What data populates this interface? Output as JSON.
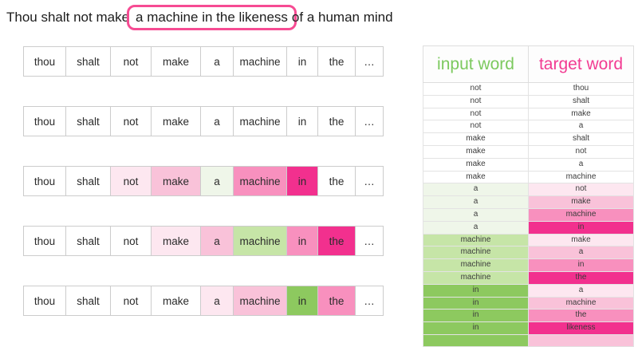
{
  "title": {
    "before": "Thou shalt not make",
    "boxed": "a machine in the likeness",
    "after": "of a human mind"
  },
  "strip_words": [
    "thou",
    "shalt",
    "not",
    "make",
    "a",
    "machine",
    "in",
    "the",
    "…"
  ],
  "strip_col_widths": [
    54,
    57,
    52,
    63,
    42,
    68,
    40,
    48,
    36
  ],
  "strips": [
    {
      "colors": [
        "none",
        "none",
        "none",
        "none",
        "none",
        "none",
        "none",
        "none",
        "none"
      ]
    },
    {
      "colors": [
        "none",
        "none",
        "none",
        "none",
        "none",
        "none",
        "none",
        "none",
        "none"
      ]
    },
    {
      "colors": [
        "none",
        "none",
        "pink1",
        "pink2",
        "green1",
        "pink3",
        "pink4",
        "none",
        "none"
      ]
    },
    {
      "colors": [
        "none",
        "none",
        "none",
        "pink1",
        "pink2",
        "green2",
        "pink3",
        "pink4",
        "none"
      ]
    },
    {
      "colors": [
        "none",
        "none",
        "none",
        "none",
        "pink1",
        "pink2",
        "green3",
        "pink3",
        "none"
      ]
    }
  ],
  "table": {
    "headers": [
      {
        "label": "input word",
        "color": "headerGreen"
      },
      {
        "label": "target word",
        "color": "headerPink"
      }
    ],
    "rows": [
      {
        "input": "not",
        "target": "thou",
        "input_color": "none",
        "target_color": "none"
      },
      {
        "input": "not",
        "target": "shalt",
        "input_color": "none",
        "target_color": "none"
      },
      {
        "input": "not",
        "target": "make",
        "input_color": "none",
        "target_color": "none"
      },
      {
        "input": "not",
        "target": "a",
        "input_color": "none",
        "target_color": "none"
      },
      {
        "input": "make",
        "target": "shalt",
        "input_color": "none",
        "target_color": "none"
      },
      {
        "input": "make",
        "target": "not",
        "input_color": "none",
        "target_color": "none"
      },
      {
        "input": "make",
        "target": "a",
        "input_color": "none",
        "target_color": "none"
      },
      {
        "input": "make",
        "target": "machine",
        "input_color": "none",
        "target_color": "none"
      },
      {
        "input": "a",
        "target": "not",
        "input_color": "green1",
        "target_color": "pink1"
      },
      {
        "input": "a",
        "target": "make",
        "input_color": "green1",
        "target_color": "pink2"
      },
      {
        "input": "a",
        "target": "machine",
        "input_color": "green1",
        "target_color": "pink3"
      },
      {
        "input": "a",
        "target": "in",
        "input_color": "green1",
        "target_color": "pink4"
      },
      {
        "input": "machine",
        "target": "make",
        "input_color": "green2",
        "target_color": "pink1"
      },
      {
        "input": "machine",
        "target": "a",
        "input_color": "green2",
        "target_color": "pink2"
      },
      {
        "input": "machine",
        "target": "in",
        "input_color": "green2",
        "target_color": "pink3"
      },
      {
        "input": "machine",
        "target": "the",
        "input_color": "green2",
        "target_color": "pink4"
      },
      {
        "input": "in",
        "target": "a",
        "input_color": "green3",
        "target_color": "pink1"
      },
      {
        "input": "in",
        "target": "machine",
        "input_color": "green3",
        "target_color": "pink2"
      },
      {
        "input": "in",
        "target": "the",
        "input_color": "green3",
        "target_color": "pink3"
      },
      {
        "input": "in",
        "target": "likeness",
        "input_color": "green3",
        "target_color": "pink4"
      },
      {
        "input": "",
        "target": "",
        "input_color": "green3",
        "target_color": "pink2"
      }
    ]
  },
  "colors": {
    "none": "#ffffff",
    "pink1": "#fde7f0",
    "pink2": "#f9c2d9",
    "pink3": "#f890be",
    "pink4": "#f2308e",
    "green1": "#eff6e9",
    "green2": "#c6e5a7",
    "green3": "#8dc95f",
    "headerGreen": "#7cc95e",
    "headerPink": "#f23b92",
    "boxPink": "#f64b93"
  }
}
